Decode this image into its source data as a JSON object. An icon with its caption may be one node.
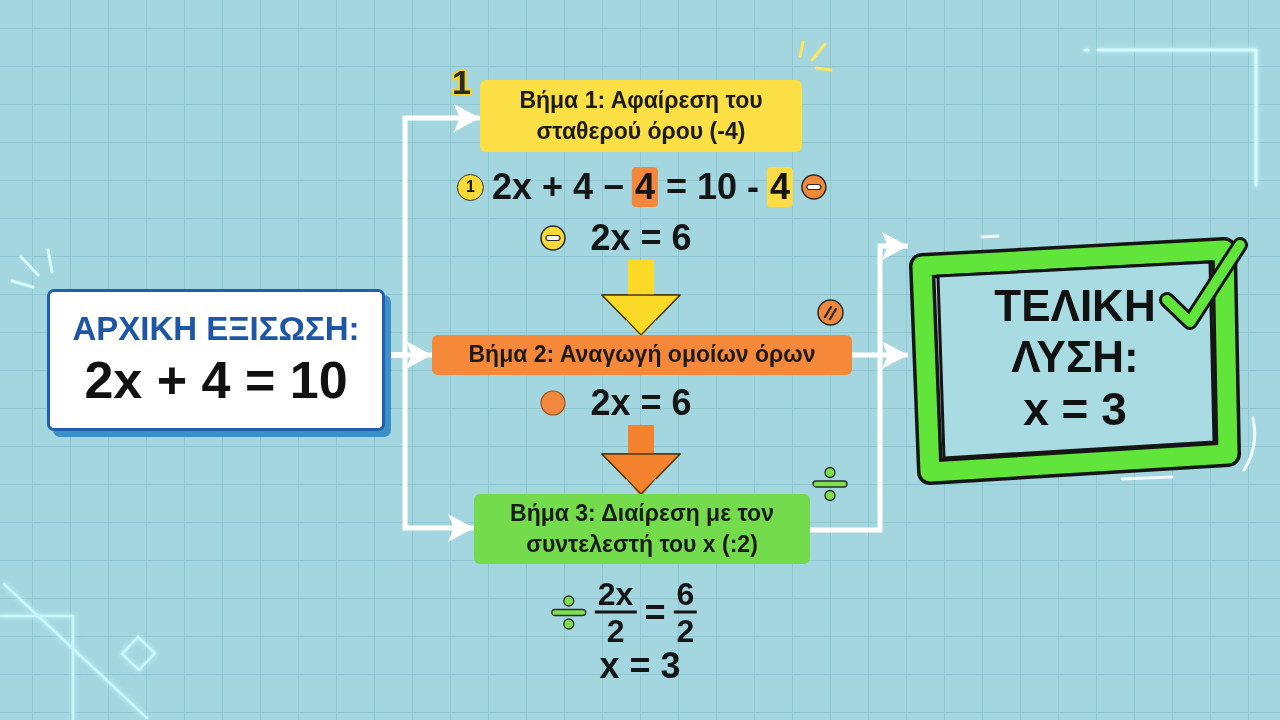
{
  "diagram": {
    "nodes": [
      {
        "text": [
          "ΑΡΧΙΚΗ ΕΞΙΣΩΣΗ:",
          "2x + 4 = 10"
        ]
      },
      {
        "text": [
          "Βήμα 1: Αφαίρεση του σταθερού όρου (-4)"
        ],
        "beside": [
          "1",
          "1",
          "2x + 4 −",
          "4",
          "= 10 -",
          "4"
        ]
      },
      {
        "text": [
          "2x = 6"
        ]
      },
      {
        "text": [
          "Βήμα 2: Αναγωγή ομοίων όρων"
        ]
      },
      {
        "text": [
          "2x = 6"
        ]
      },
      {
        "text": [
          "Βήμα 3: Διαίρεση με τον συντελεστή του x (:2)"
        ],
        "beside": [
          "2x",
          "2",
          "=",
          "6",
          "2",
          "x = 3"
        ]
      },
      {
        "text": [
          "ΤΕΛΙΚΗ ΛΥΣΗ:",
          "x = 3"
        ]
      }
    ],
    "edges": [
      {
        "from": 0,
        "to": 1,
        "arrow": "to"
      },
      {
        "from": 0,
        "to": 3,
        "arrow": "to"
      },
      {
        "from": 0,
        "to": 5,
        "arrow": "to"
      },
      {
        "from": 2,
        "to": 3,
        "arrow": "to",
        "style": "thick",
        "color": "#fbd927"
      },
      {
        "from": 4,
        "to": 5,
        "arrow": "to",
        "style": "thick",
        "color": "#f5832e"
      },
      {
        "from": 3,
        "to": 6,
        "arrow": "to"
      },
      {
        "from": 5,
        "to": 6,
        "arrow": "to"
      }
    ]
  }
}
